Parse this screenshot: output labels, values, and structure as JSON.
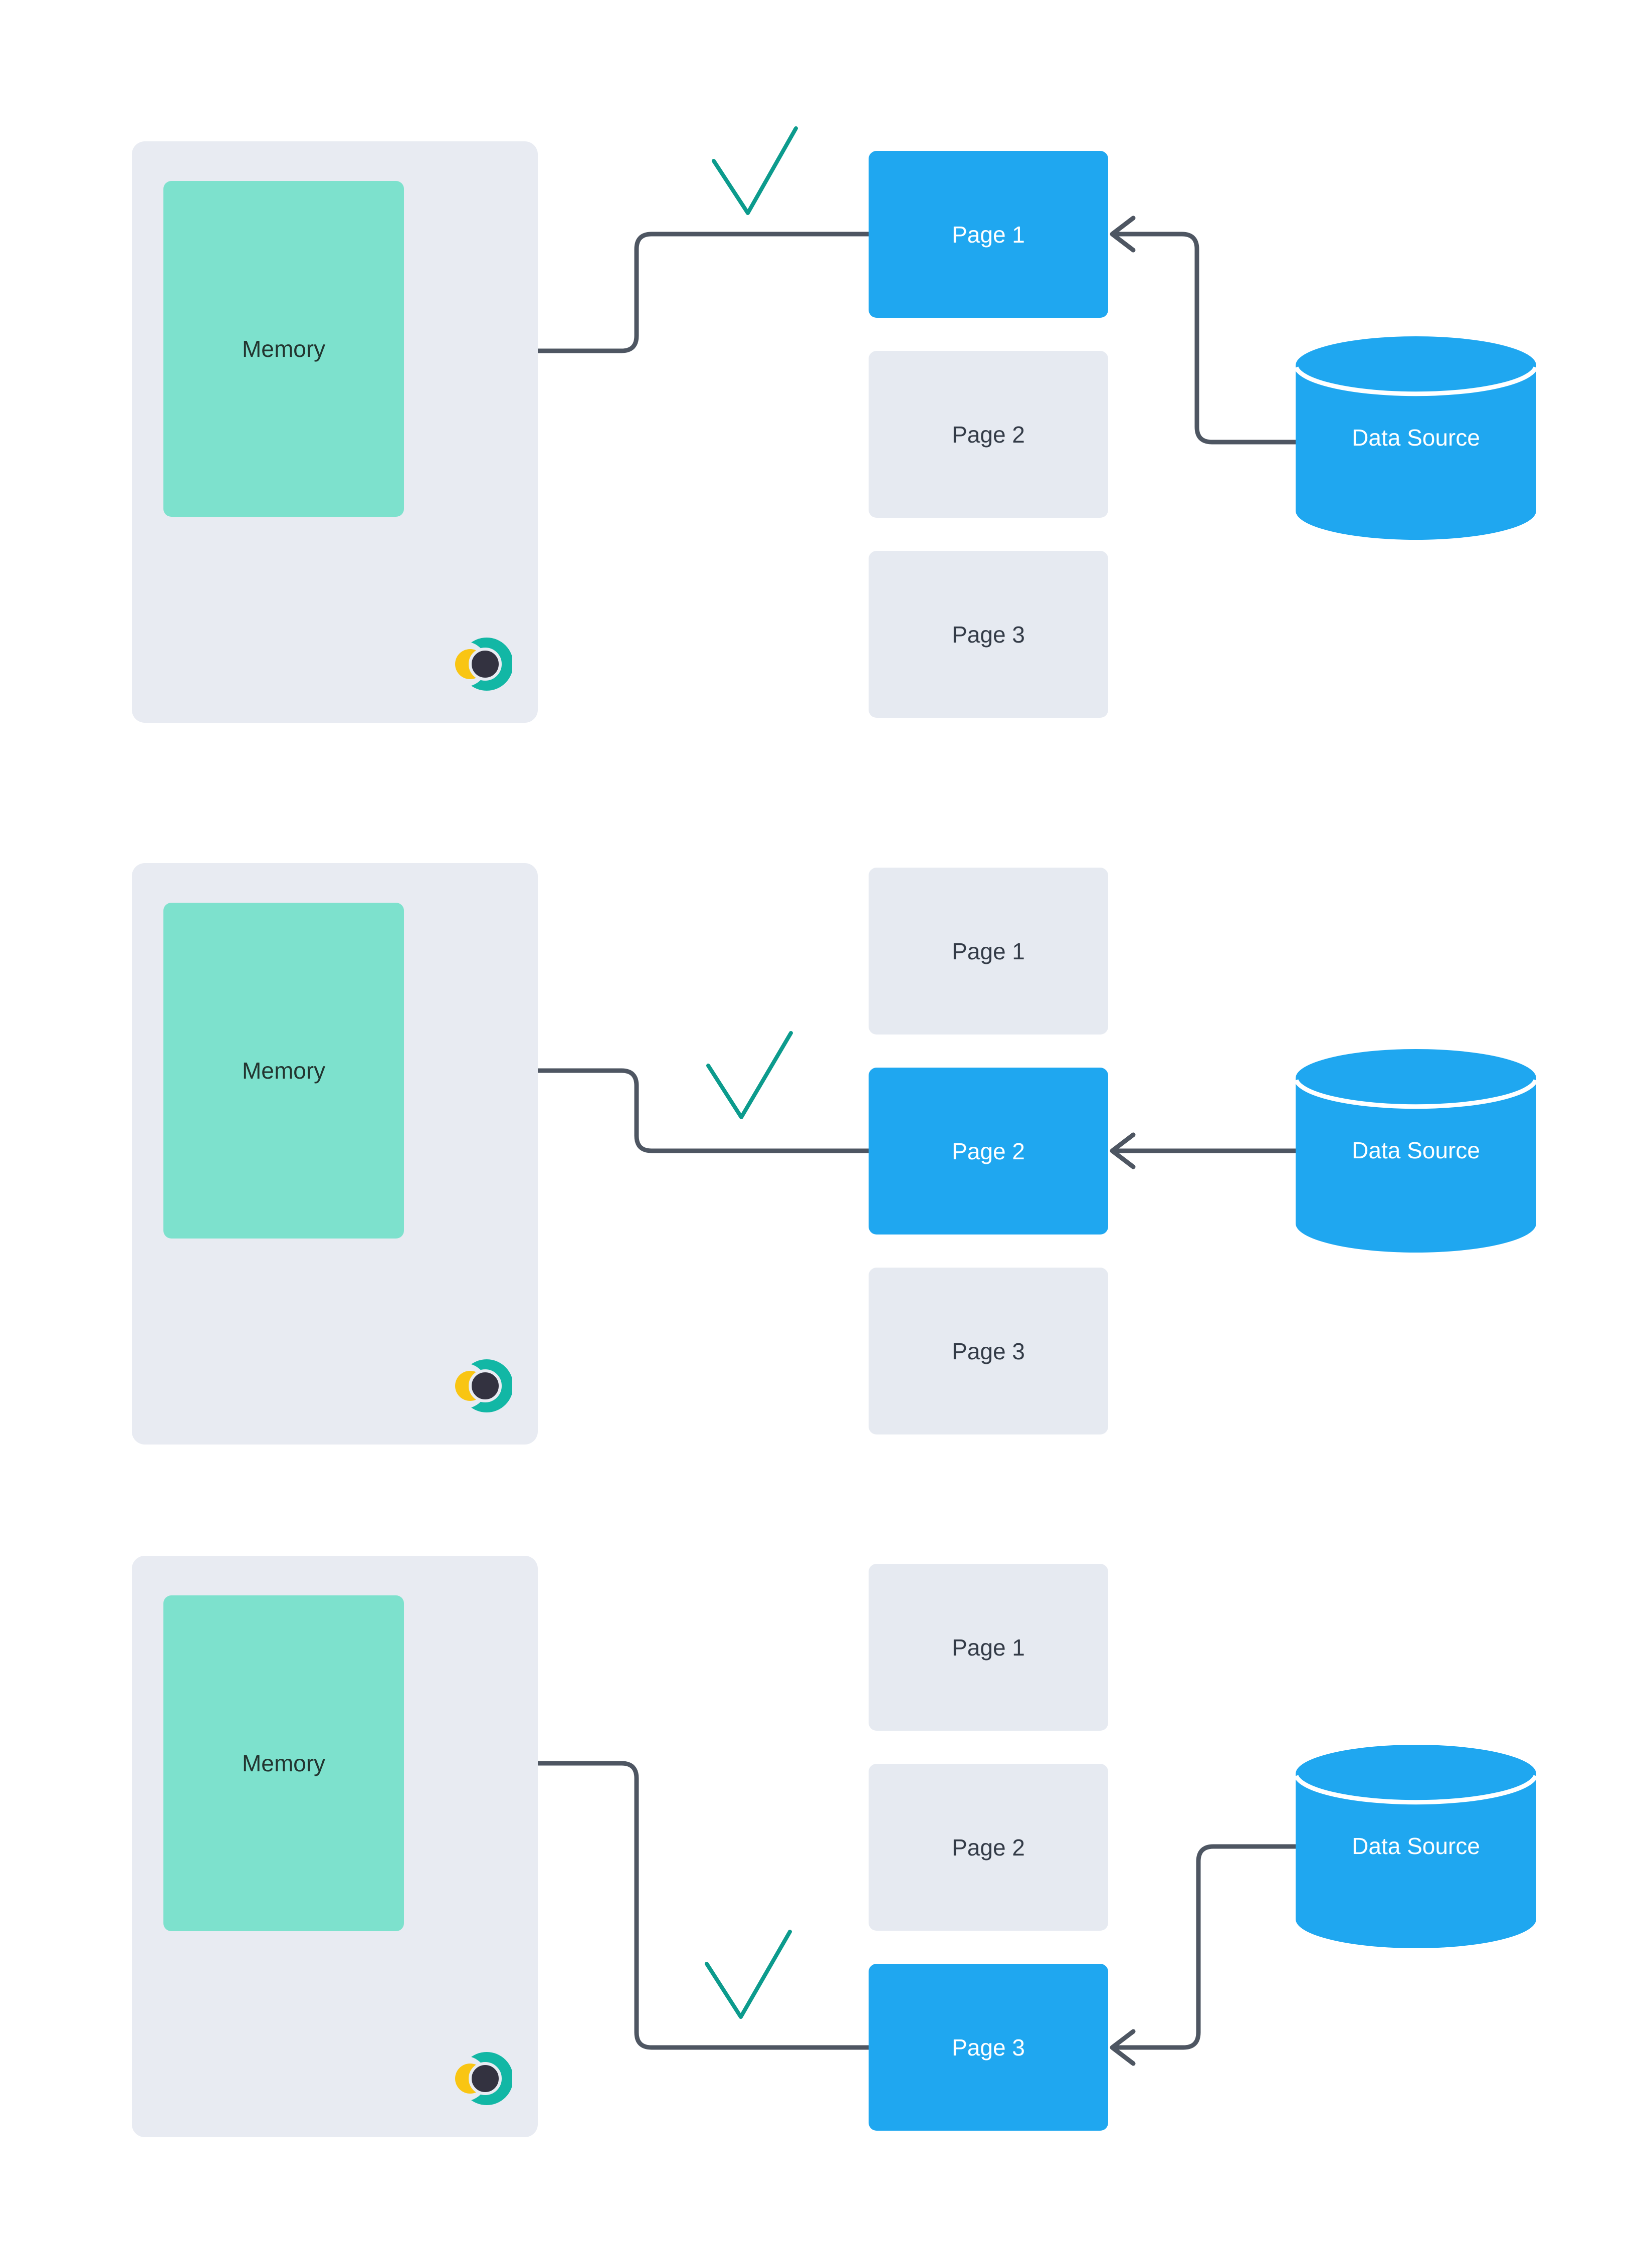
{
  "colors": {
    "container_bg": "#E8EBF2",
    "page_bg": "#E6EAF1",
    "active_blue": "#1FA7F0",
    "memory_teal": "#7DE1CD",
    "arrow_gray": "#4E5662",
    "check_teal": "#0C9B8D",
    "text_dark": "#2B343E",
    "text_light": "#FFFFFF",
    "logo_teal": "#12B7A5",
    "logo_yellow": "#F9C513",
    "logo_dark": "#333240"
  },
  "rows": [
    {
      "memory_label": "Memory",
      "datasource_label": "Data Source",
      "pages": [
        {
          "label": "Page 1",
          "active": true
        },
        {
          "label": "Page 2",
          "active": false
        },
        {
          "label": "Page 3",
          "active": false
        }
      ]
    },
    {
      "memory_label": "Memory",
      "datasource_label": "Data Source",
      "pages": [
        {
          "label": "Page 1",
          "active": false
        },
        {
          "label": "Page 2",
          "active": true
        },
        {
          "label": "Page 3",
          "active": false
        }
      ]
    },
    {
      "memory_label": "Memory",
      "datasource_label": "Data Source",
      "pages": [
        {
          "label": "Page 1",
          "active": false
        },
        {
          "label": "Page 2",
          "active": false
        },
        {
          "label": "Page 3",
          "active": true
        }
      ]
    }
  ]
}
